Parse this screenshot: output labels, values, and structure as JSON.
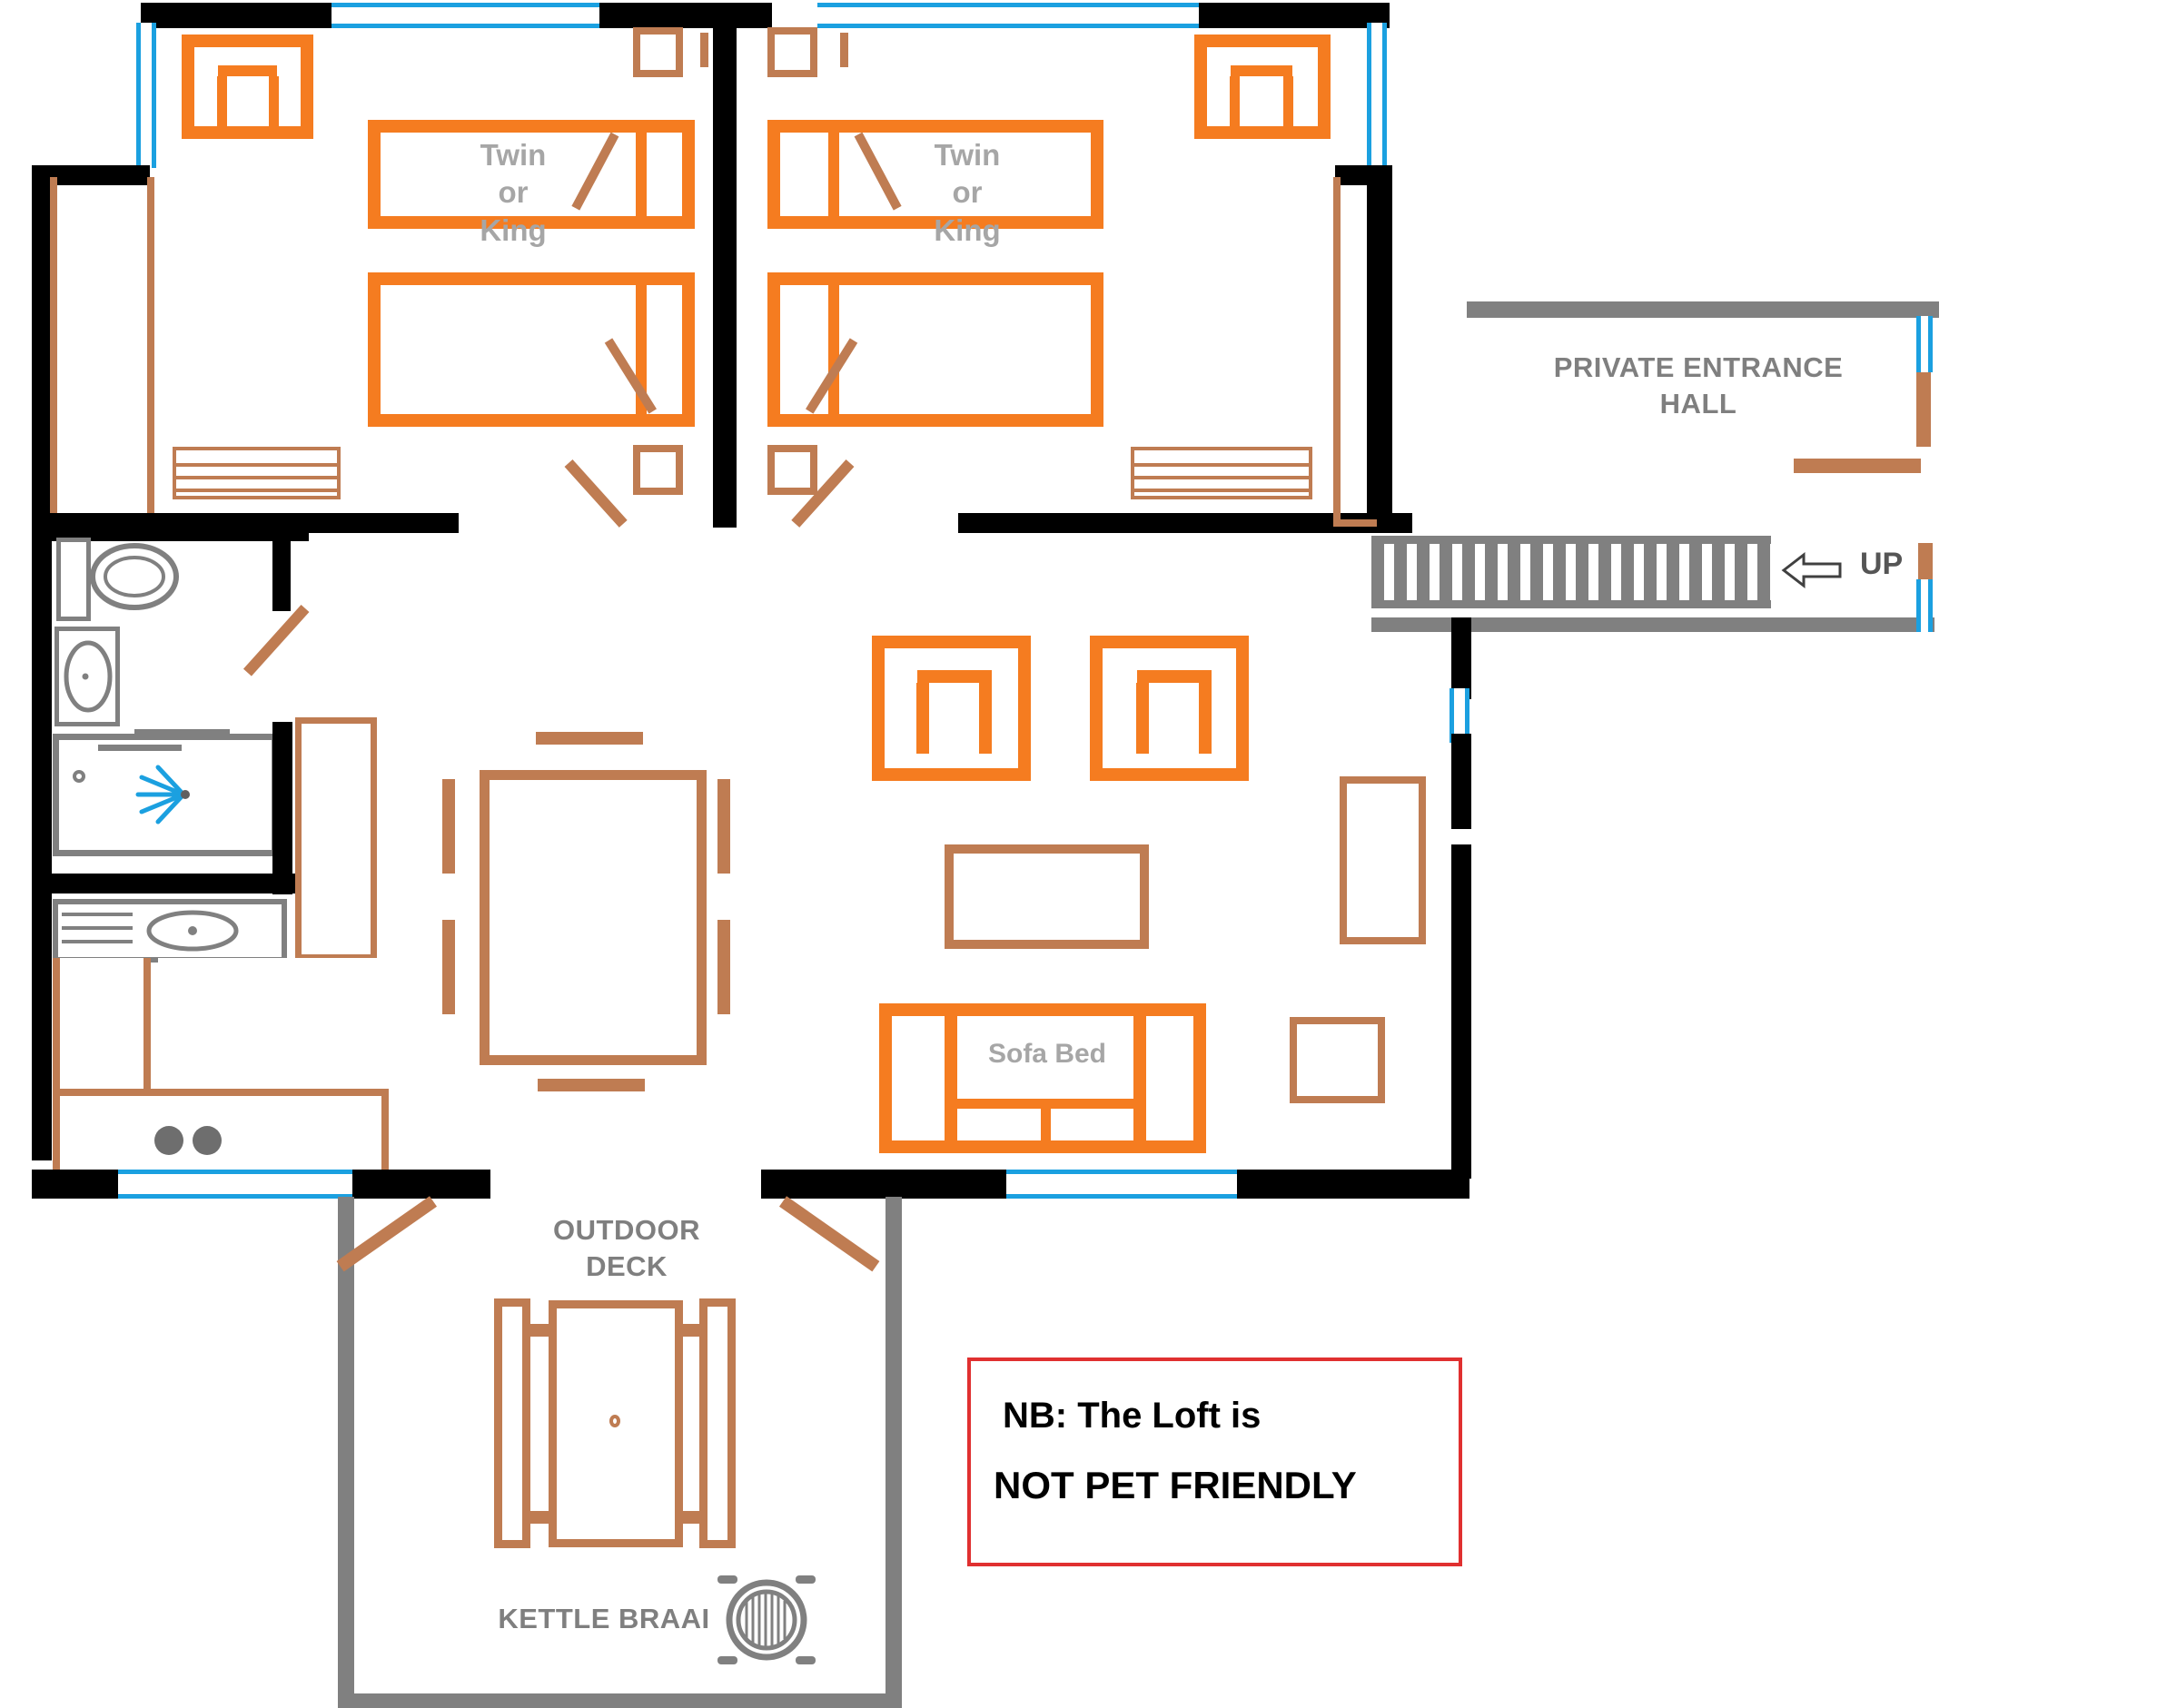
{
  "plan": {
    "title": "Loft Floor Plan",
    "colors": {
      "wall": "#000000",
      "grey_wall": "#808080",
      "window_blue": "#1BA0E0",
      "furniture_orange": "#F57C20",
      "furniture_brown": "#BF7C52",
      "label_grey": "#A6A6A6",
      "note_border_red": "#E03030"
    }
  },
  "rooms": {
    "bedroom_left": {
      "bed_label_line1": "Twin",
      "bed_label_line2": "or",
      "bed_label_line3": "King"
    },
    "bedroom_right": {
      "bed_label_line1": "Twin",
      "bed_label_line2": "or",
      "bed_label_line3": "King"
    },
    "entrance_hall": {
      "label_line1": "PRIVATE ENTRANCE",
      "label_line2": "HALL"
    },
    "stairs": {
      "direction_label": "UP",
      "arrow": "⇐",
      "tread_count": 18
    },
    "living": {
      "sofa_bed_label": "Sofa Bed"
    },
    "deck": {
      "label_line1": "OUTDOOR",
      "label_line2": "DECK",
      "braai_label": "KETTLE BRAAI"
    }
  },
  "note": {
    "line1": "NB:   The Loft is",
    "line2": "NOT PET FRIENDLY"
  }
}
